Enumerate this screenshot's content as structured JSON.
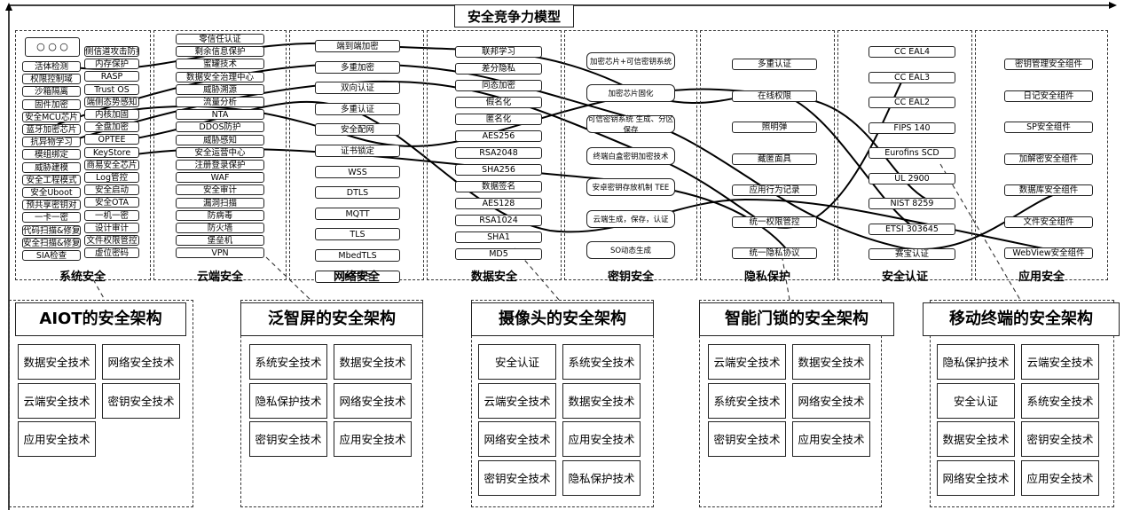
{
  "title": "安全竞争力模型",
  "columns": [
    {
      "name": "系统安全",
      "items": [
        "活体检测",
        "权限控制域",
        "沙箱隔离",
        "固件加密",
        "安全MCU芯片",
        "蓝牙加密芯片",
        "抗异物学习",
        "模组绑定",
        "威胁建模",
        "安全工程模式",
        "安全Uboot",
        "预共享密钥对",
        "一卡一密",
        "代码扫描&修复",
        "安全扫描&修复",
        "SIA检查"
      ],
      "items2": [
        "侧信道攻击防护",
        "内存保护",
        "RASP",
        "Trust OS",
        "端侧态势感知",
        "内核加固",
        "全盘加密",
        "OPTEE",
        "KeyStore",
        "商易安全芯片",
        "Log管控",
        "安全启动",
        "安全OTA",
        "一机一密",
        "设计审计",
        "文件权限管控",
        "虚位密码"
      ],
      "dots": "○ ○ ○"
    },
    {
      "name": "云端安全",
      "items": [
        "零信任认证",
        "剩余信息保护",
        "蜜罐技术",
        "数据安全治理中心",
        "威胁溯源",
        "流量分析",
        "NTA",
        "DDOS防护",
        "威胁感知",
        "安全运营中心",
        "注册登录保护",
        "WAF",
        "安全审计",
        "漏洞扫描",
        "防病毒",
        "防火墙",
        "堡垒机",
        "VPN"
      ]
    },
    {
      "name": "网络安全",
      "items": [
        "端到端加密",
        "多重加密",
        "双向认证",
        "多重认证",
        "安全配网",
        "证书锁定",
        "WSS",
        "DTLS",
        "MQTT",
        "TLS",
        "MbedTLS",
        "HTTPS"
      ]
    },
    {
      "name": "数据安全",
      "items": [
        "联邦学习",
        "差分隐私",
        "同态加密",
        "假名化",
        "匿名化",
        "AES256",
        "RSA2048",
        "SHA256",
        "数据签名",
        "AES128",
        "RSA1024",
        "SHA1",
        "MD5"
      ]
    },
    {
      "name": "密钥安全",
      "items": [
        "加密芯片+可信密钥系统",
        "加密芯片固化",
        "可信密钥系统 生成、分区保存",
        "终端白盒密钥加密技术",
        "安卓密钥存放机制 TEE",
        "云端生成，保存，认证",
        "SO动态生成"
      ]
    },
    {
      "name": "隐私保护",
      "items": [
        "多重认证",
        "在线权限",
        "照明弹",
        "藏匿面具",
        "应用行为记录",
        "统一权限管控",
        "统一隐私协议"
      ]
    },
    {
      "name": "安全认证",
      "items": [
        "CC EAL4",
        "CC EAL3",
        "CC EAL2",
        "FIPS 140",
        "Eurofins SCD",
        "UL 2900",
        "NIST 8259",
        "ETSI 303645",
        "赛宝认证"
      ]
    },
    {
      "name": "应用安全",
      "items": [
        "密钥管理安全组件",
        "日记安全组件",
        "SP安全组件",
        "加解密安全组件",
        "数据库安全组件",
        "文件安全组件",
        "WebView安全组件"
      ]
    }
  ],
  "architectures": [
    {
      "title": "AIOT的安全架构",
      "techs": [
        "数据安全技术",
        "网络安全技术",
        "云端安全技术",
        "密钥安全技术",
        "应用安全技术"
      ]
    },
    {
      "title": "泛智屏的安全架构",
      "techs": [
        "系统安全技术",
        "数据安全技术",
        "隐私保护技术",
        "网络安全技术",
        "密钥安全技术",
        "应用安全技术"
      ]
    },
    {
      "title": "摄像头的安全架构",
      "techs": [
        "安全认证",
        "系统安全技术",
        "云端安全技术",
        "数据安全技术",
        "网络安全技术",
        "应用安全技术",
        "密钥安全技术",
        "隐私保护技术"
      ]
    },
    {
      "title": "智能门锁的安全架构",
      "techs": [
        "云端安全技术",
        "数据安全技术",
        "系统安全技术",
        "网络安全技术",
        "密钥安全技术",
        "应用安全技术"
      ]
    },
    {
      "title": "移动终端的安全架构",
      "techs": [
        "隐私保护技术",
        "云端安全技术",
        "安全认证",
        "系统安全技术",
        "数据安全技术",
        "密钥安全技术",
        "网络安全技术",
        "应用安全技术"
      ]
    }
  ]
}
